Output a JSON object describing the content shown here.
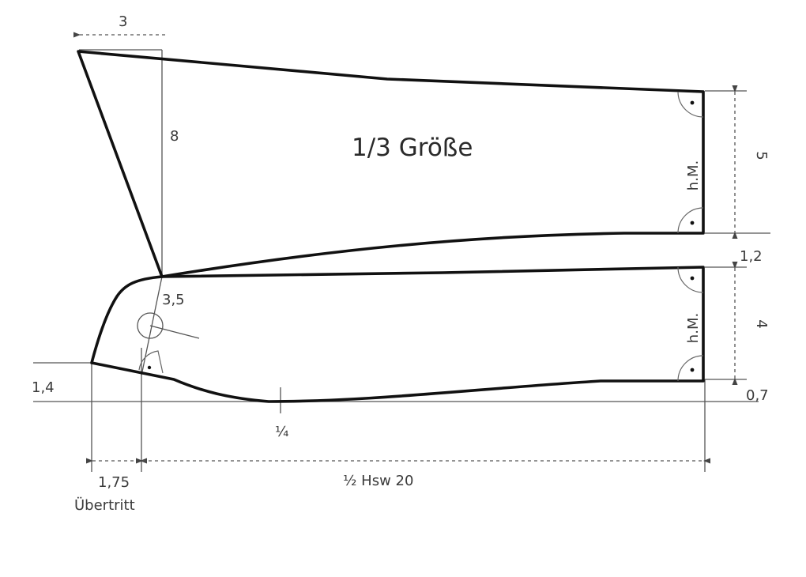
{
  "title": "1/3 Größe",
  "labels": {
    "top_offset": "3",
    "height_8": "8",
    "right_5": "5",
    "hm_upper": "h.M.",
    "gap_1_2": "1,2",
    "point_3_5": "3,5",
    "hm_lower": "h.M.",
    "right_4": "4",
    "left_1_4": "1,4",
    "right_0_7": "0,7",
    "quarter": "¼",
    "overlap_1_75": "1,75",
    "overlap_name": "Übertritt",
    "half_hsw": "½ Hsw 20"
  },
  "colors": {
    "outline": "#111111",
    "construction": "#555555",
    "text": "#3a3a3a"
  }
}
